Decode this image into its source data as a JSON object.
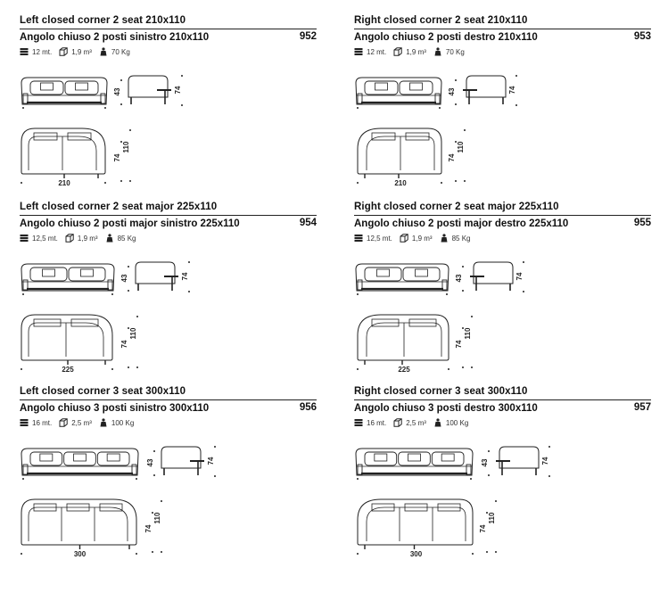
{
  "entries": [
    {
      "title_en": "Left closed corner 2 seat 210x110",
      "title_it": "Angolo chiuso 2 posti sinistro 210x110",
      "code": "952",
      "specs": {
        "fabric": "12 mt.",
        "volume": "1,9 m³",
        "weight": "70 Kg"
      },
      "dims": {
        "width": "210",
        "depth": "110",
        "height": "74",
        "seat_height": "43"
      },
      "side": "left",
      "seats": 2
    },
    {
      "title_en": "Right closed corner 2 seat 210x110",
      "title_it": "Angolo chiuso 2 posti destro 210x110",
      "code": "953",
      "specs": {
        "fabric": "12 mt.",
        "volume": "1,9 m³",
        "weight": "70 Kg"
      },
      "dims": {
        "width": "210",
        "depth": "110",
        "height": "74",
        "seat_height": "43"
      },
      "side": "right",
      "seats": 2
    },
    {
      "title_en": "Left closed corner 2 seat major 225x110",
      "title_it": "Angolo chiuso 2 posti major sinistro 225x110",
      "code": "954",
      "specs": {
        "fabric": "12,5 mt.",
        "volume": "1,9 m³",
        "weight": "85 Kg"
      },
      "dims": {
        "width": "225",
        "depth": "110",
        "height": "74",
        "seat_height": "43"
      },
      "side": "left",
      "seats": 2
    },
    {
      "title_en": "Right closed corner 2 seat major 225x110",
      "title_it": "Angolo chiuso 2 posti major destro 225x110",
      "code": "955",
      "specs": {
        "fabric": "12,5 mt.",
        "volume": "1,9 m³",
        "weight": "85 Kg"
      },
      "dims": {
        "width": "225",
        "depth": "110",
        "height": "74",
        "seat_height": "43"
      },
      "side": "right",
      "seats": 2
    },
    {
      "title_en": "Left closed corner 3 seat 300x110",
      "title_it": "Angolo chiuso 3 posti sinistro 300x110",
      "code": "956",
      "specs": {
        "fabric": "16 mt.",
        "volume": "2,5 m³",
        "weight": "100 Kg"
      },
      "dims": {
        "width": "300",
        "depth": "110",
        "height": "74",
        "seat_height": "43"
      },
      "side": "left",
      "seats": 3
    },
    {
      "title_en": "Right closed corner 3 seat 300x110",
      "title_it": "Angolo chiuso 3 posti destro 300x110",
      "code": "957",
      "specs": {
        "fabric": "16 mt.",
        "volume": "2,5 m³",
        "weight": "100 Kg"
      },
      "dims": {
        "width": "300",
        "depth": "110",
        "height": "74",
        "seat_height": "43"
      },
      "side": "right",
      "seats": 3
    }
  ]
}
